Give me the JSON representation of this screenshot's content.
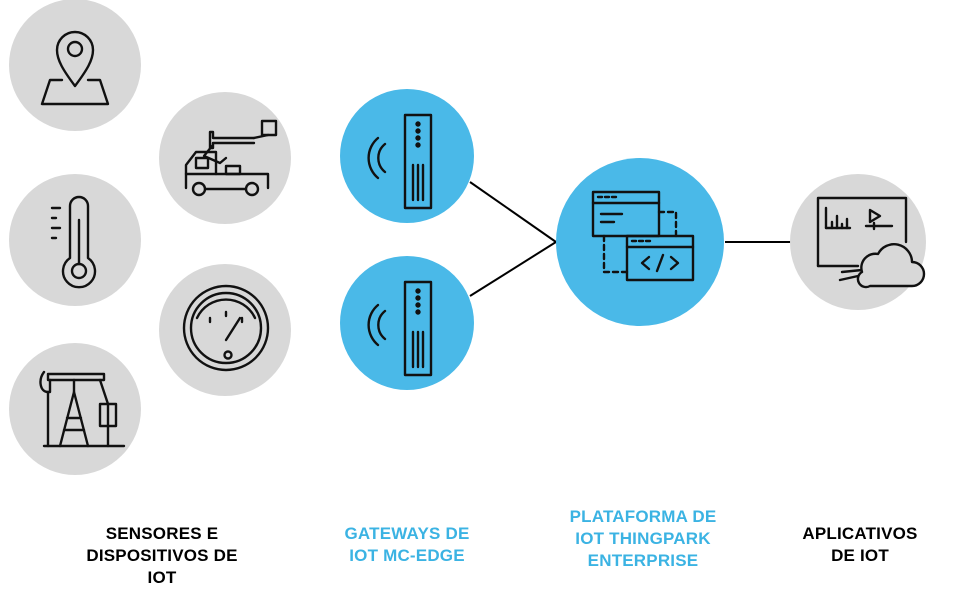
{
  "colors": {
    "grey_circle": "#d8d8d8",
    "blue_circle": "#4ab9e8",
    "stroke": "#000000",
    "label_black": "#000000",
    "label_blue": "#3bb3e3"
  },
  "nodes": [
    {
      "id": "location-pin",
      "group": "sensors",
      "icon": "location-pin-icon"
    },
    {
      "id": "bucket-truck",
      "group": "sensors",
      "icon": "bucket-truck-icon"
    },
    {
      "id": "thermometer",
      "group": "sensors",
      "icon": "thermometer-icon"
    },
    {
      "id": "gauge",
      "group": "sensors",
      "icon": "gauge-icon"
    },
    {
      "id": "oil-pump",
      "group": "sensors",
      "icon": "oil-pumpjack-icon"
    },
    {
      "id": "gateway-top",
      "group": "gateways",
      "icon": "gateway-radio-icon"
    },
    {
      "id": "gateway-bottom",
      "group": "gateways",
      "icon": "gateway-radio-icon"
    },
    {
      "id": "platform",
      "group": "platform",
      "icon": "code-windows-icon"
    },
    {
      "id": "applications",
      "group": "apps",
      "icon": "monitor-cloud-icon"
    }
  ],
  "connections": [
    {
      "from": "gateway-top",
      "to": "platform"
    },
    {
      "from": "gateway-bottom",
      "to": "platform"
    },
    {
      "from": "platform",
      "to": "applications"
    }
  ],
  "labels": {
    "sensors": [
      "SENSORES E",
      "DISPOSITIVOS DE IOT"
    ],
    "gateways": [
      "GATEWAYS DE",
      "IOT MC-EDGE"
    ],
    "platform": [
      "PLATAFORMA DE",
      "IOT THINGPARK",
      "ENTERPRISE"
    ],
    "apps": [
      "APLICATIVOS",
      "DE IOT"
    ]
  }
}
